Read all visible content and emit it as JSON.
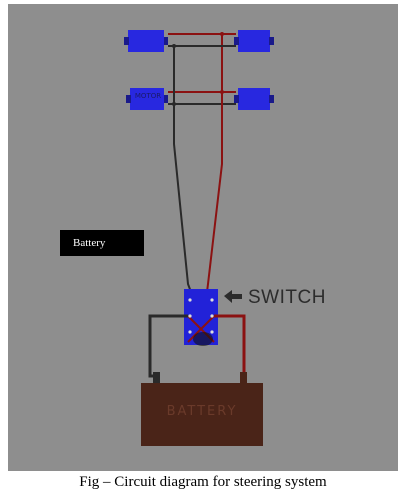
{
  "figure": {
    "battery_label": "Battery",
    "switch_label": "SWITCH",
    "motor_label": "MOTOR",
    "battery_text": "BATTERY",
    "colors": {
      "background": "#8e8e8e",
      "motor": "#2828e0",
      "switch": "#2222d8",
      "battery": "#4a2418",
      "wire_positive": "#8b1212",
      "wire_negative": "#2a2a2a"
    },
    "icons": [
      "motor-icon",
      "switch-icon",
      "battery-icon",
      "arrow-left-icon"
    ]
  },
  "caption": "Fig – Circuit diagram for steering system"
}
